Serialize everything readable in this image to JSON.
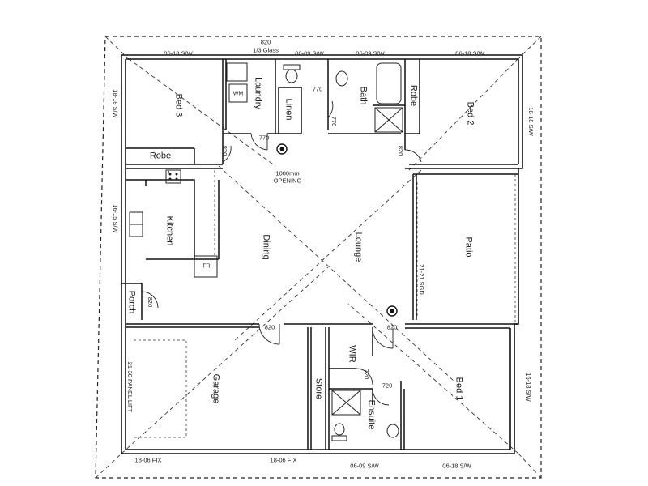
{
  "rooms": {
    "bed3": "Bed 3",
    "laundry": "Laundry",
    "linen": "Linen",
    "bath": "Bath",
    "robe_top": "Robe",
    "bed2": "Bed 2",
    "robe_left": "Robe",
    "kitchen": "Kitchen",
    "dining": "Dining",
    "lounge": "Lounge",
    "patio": "Patio",
    "porch": "Porch",
    "garage": "Garage",
    "store": "Store",
    "wir": "WIR",
    "ensuite": "Ensuite",
    "bed1": "Bed 1"
  },
  "appliances": {
    "wm": "WM",
    "fr": "FR"
  },
  "dimensions": {
    "top_820": "820",
    "top_glass": "1/3 Glass",
    "top_0618_left": "06-18 S/W",
    "top_0609_a": "06-09 S/W",
    "top_0609_b": "06-09 S/W",
    "top_0618_right": "06-18 S/W",
    "left_1618": "18-18 S/W",
    "right_1818": "18-18 S/W",
    "d770_a": "770",
    "d770_b": "770",
    "d770_c": "770",
    "d820_bed3": "820",
    "d820_bed2": "820",
    "opening_1000": "1000mm",
    "opening_word": "OPENING",
    "left_1615": "16-15 S/W",
    "sgd": "21-21 SGD",
    "porch_820": "820",
    "garage_820": "820",
    "lounge_820": "820",
    "panel_lift": "21-30 PANEL LIFT",
    "wir_720": "720",
    "ensuite_720": "720",
    "right_1618": "16-18 S/W",
    "bottom_1806_left": "18-06 FIX",
    "bottom_1806_mid": "18-06 FIX",
    "bottom_0609": "06-09 S/W",
    "bottom_0618": "06-18 S/W"
  }
}
